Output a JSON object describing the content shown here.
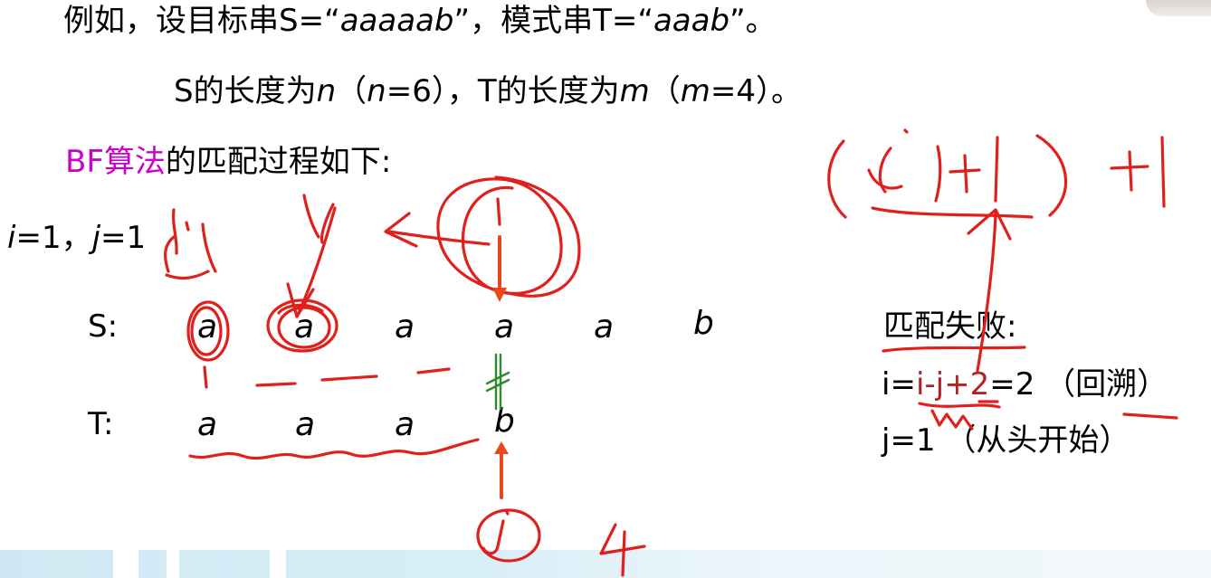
{
  "example_line": {
    "prefix": "例如，设目标串S=“",
    "s_value": "aaaaab",
    "middle": "”，模式串T=“",
    "t_value": "aaab",
    "suffix": "”。"
  },
  "length_line": {
    "s_part": "S的长度为",
    "n": "n",
    "n_paren_open": "（",
    "n_eq": "n",
    "n_val": "=6）",
    "t_part": "，T的长度为",
    "m": "m",
    "m_paren_open": "（",
    "m_eq": "m",
    "m_val": "=4）。"
  },
  "heading": {
    "highlight": "BF算法",
    "rest": "的匹配过程如下:"
  },
  "indices": {
    "i": "i",
    "i_val": "=1，",
    "j": "j",
    "j_val": "=1"
  },
  "s_row": {
    "label": "S:",
    "chars": [
      "a",
      "a",
      "a",
      "a",
      "a",
      "b"
    ]
  },
  "t_row": {
    "label": "T:",
    "chars": [
      "a",
      "a",
      "a",
      "b"
    ]
  },
  "result": {
    "title": "匹配失败:",
    "i_prefix": "i=",
    "i_expr": "i-j+2",
    "i_suffix": "=2 （回溯）",
    "j_line": "j=1 （从头开始）"
  },
  "colors": {
    "ink_red": "#e0201c",
    "arrow_orange": "#e8481c",
    "mismatch_green": "#2e8b2e",
    "highlight_magenta": "#cc00cc"
  }
}
